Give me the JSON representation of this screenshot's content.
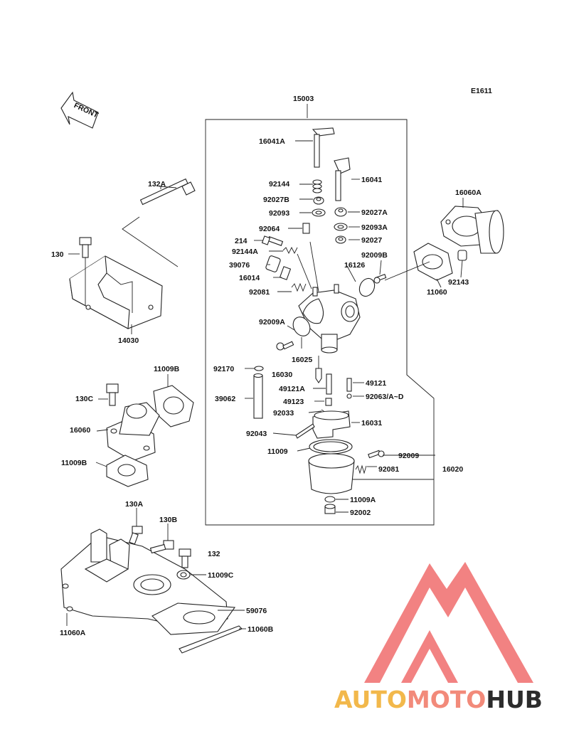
{
  "diagram": {
    "code": "E1611",
    "assembly_label": "15003",
    "front_label": "FRONT"
  },
  "parts": [
    "16041A",
    "16041",
    "92144",
    "92027B",
    "92093",
    "92027A",
    "92064",
    "92093A",
    "214",
    "92027",
    "92144A",
    "92009B",
    "39076",
    "16126",
    "16014",
    "92081",
    "92009A",
    "16025",
    "92170",
    "16030",
    "49121",
    "39062",
    "49121A",
    "92063/A~D",
    "49123",
    "92033",
    "16031",
    "92043",
    "11009",
    "92009",
    "92081",
    "16020",
    "11009A",
    "92002",
    "16060A",
    "11060",
    "92143",
    "132A",
    "130",
    "14030",
    "11009B",
    "130C",
    "16060",
    "11009B",
    "130A",
    "130B",
    "132",
    "11009C",
    "59076",
    "11060A",
    "11060B"
  ],
  "watermark": {
    "text_a": "AUTO",
    "text_b": "MOTO",
    "text_c": "HUB",
    "color_a": "#f2b84b",
    "color_b": "#f28a7a",
    "color_c": "#2c2c2c",
    "logo_color": "#f06d6d"
  }
}
